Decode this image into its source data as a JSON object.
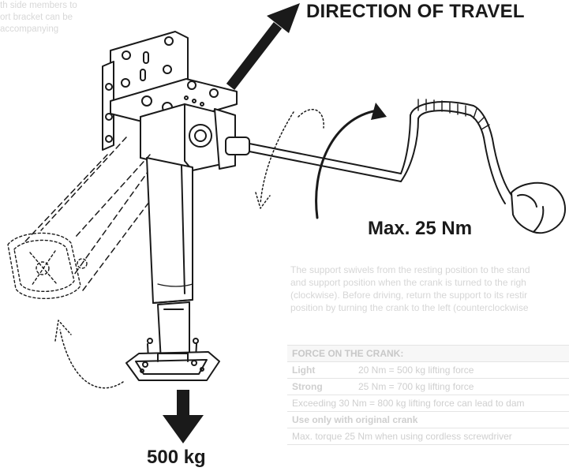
{
  "callouts": {
    "direction_of_travel": "DIRECTION OF TRAVEL",
    "max_torque": "Max. 25 Nm",
    "load": "500 kg"
  },
  "faded_top_lines": [
    "th side members to",
    "ort bracket can be",
    "accompanying"
  ],
  "paragraph_lines": [
    "The support swivels from the resting position to the stand",
    "and support position when the crank is turned to the righ",
    "(clockwise). Before driving, return the support to its restir",
    "position by turning the crank to the left (counterclockwise"
  ],
  "table": {
    "header": "FORCE ON THE CRANK:",
    "rows": [
      {
        "label": "Light",
        "value": "20 Nm = 500 kg lifting force"
      },
      {
        "label": "Strong",
        "value": "25 Nm = 700 kg lifting force"
      }
    ],
    "warning": "Exceeding 30 Nm = 800 kg lifting force can lead to dam",
    "crank_note": "Use only with original crank",
    "screwdriver_note": "Max. torque 25 Nm when using cordless screwdriver"
  },
  "colors": {
    "ink": "#1a1a1a",
    "faded_text": "#d6d6d6"
  }
}
